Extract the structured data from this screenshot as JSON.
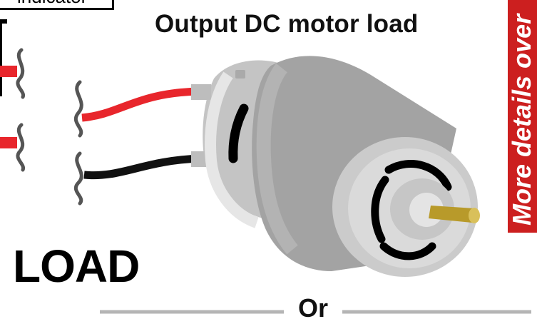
{
  "labels": {
    "indicator": "indicator",
    "title": "Output DC motor load",
    "load": "LOAD",
    "or": "Or",
    "side_banner": "More details over"
  },
  "colors": {
    "wire_positive": "#e8262c",
    "wire_negative": "#111111",
    "motor_body": "#a3a3a3",
    "motor_endcap": "#c9c9c9",
    "shaft": "#b89a2a",
    "banner": "#cc1f1f"
  }
}
